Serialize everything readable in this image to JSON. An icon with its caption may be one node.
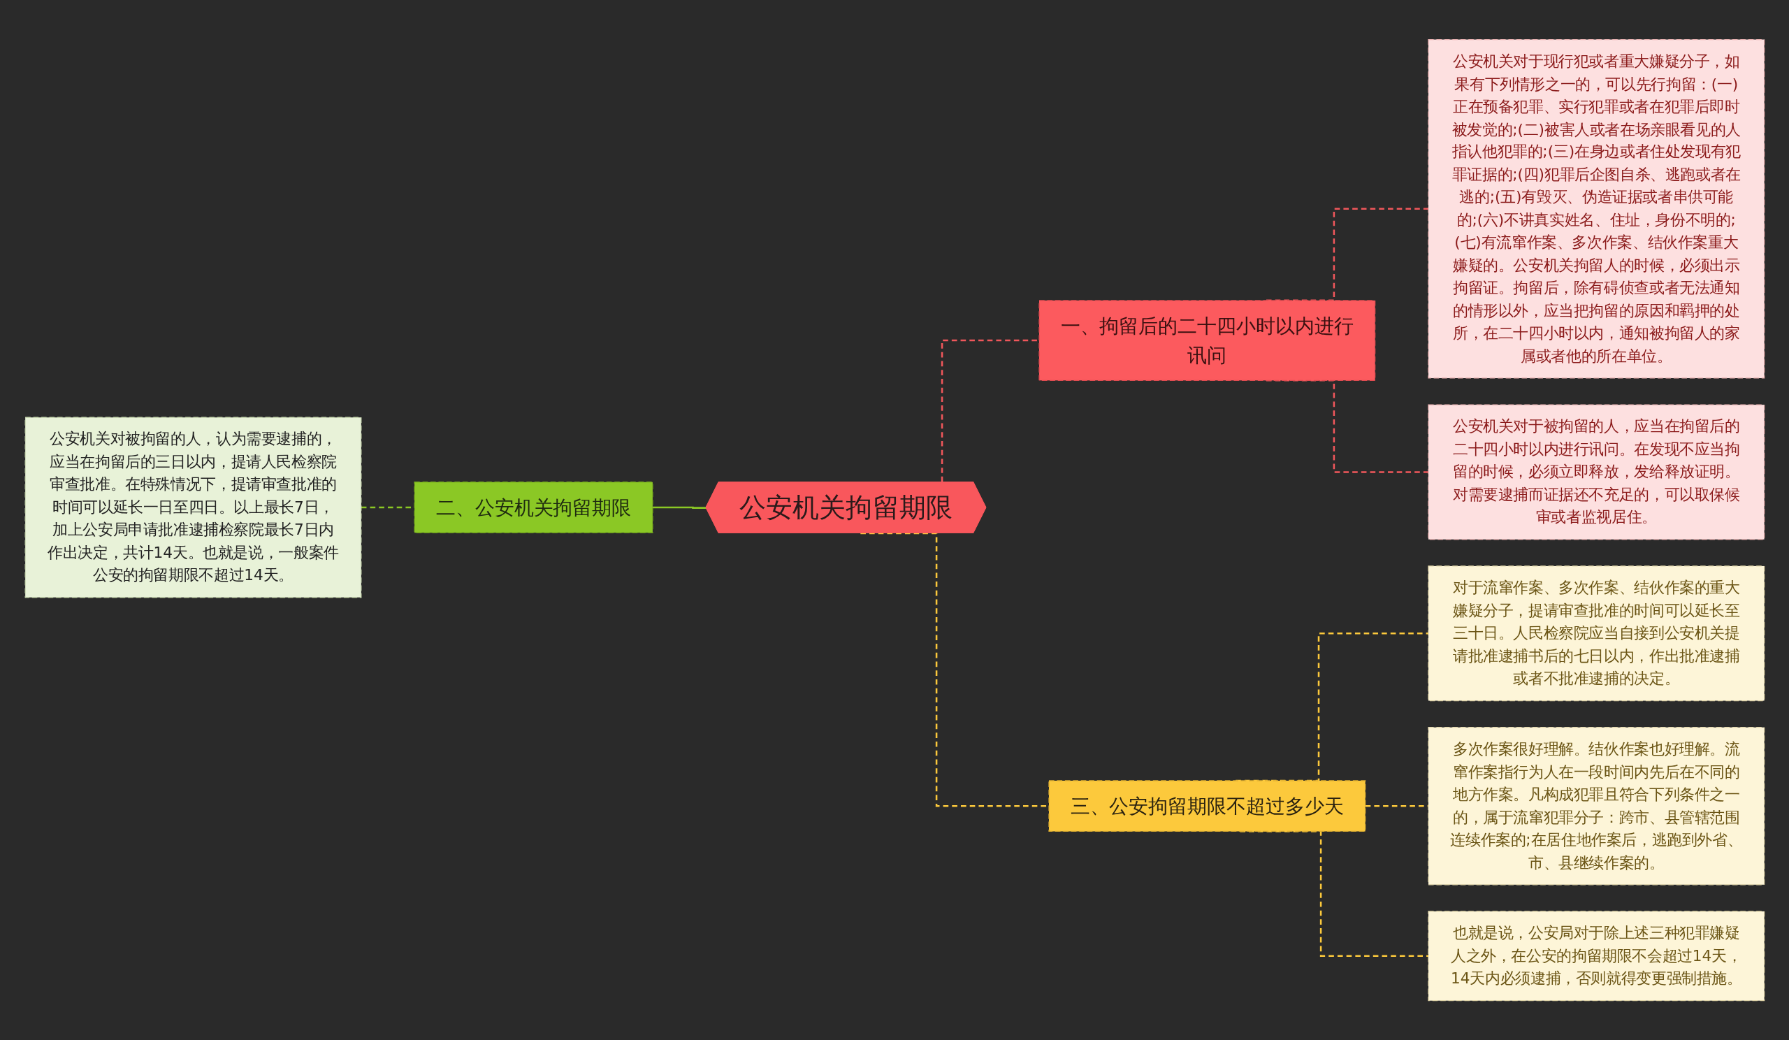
{
  "diagram": {
    "nodes": [
      {
        "text": [
          "公安机关拘留期限"
        ]
      },
      {
        "text": [
          "一、拘留后的二十四小时以内进行讯问"
        ]
      },
      {
        "text": [
          "公安机关对于现行犯或者重大嫌疑分子，如果有下列情形之一的，可以先行拘留：(一)正在预备犯罪、实行犯罪或者在犯罪后即时被发觉的;(二)被害人或者在场亲眼看见的人指认他犯罪的;(三)在身边或者住处发现有犯罪证据的;(四)犯罪后企图自杀、逃跑或者在逃的;(五)有毁灭、伪造证据或者串供可能的;(六)不讲真实姓名、住址，身份不明的;(七)有流窜作案、多次作案、结伙作案重大嫌疑的。公安机关拘留人的时候，必须出示拘留证。拘留后，除有碍侦查或者无法通知的情形以外，应当把拘留的原因和羁押的处所，在二十四小时以内，通知被拘留人的家属或者他的所在单位。"
        ]
      },
      {
        "text": [
          "公安机关对于被拘留的人，应当在拘留后的二十四小时以内进行讯问。在发现不应当拘留的时候，必须立即释放，发给释放证明。对需要逮捕而证据还不充足的，可以取保候审或者监视居住。"
        ]
      },
      {
        "text": [
          "二、公安机关拘留期限"
        ]
      },
      {
        "text": [
          "公安机关对被拘留的人，认为需要逮捕的，应当在拘留后的三日以内，提请人民检察院审查批准。在特殊情况下，提请审查批准的时间可以延长一日至四日。以上最长7日，加上公安局申请批准逮捕检察院最长7日内作出决定，共计14天。也就是说，一般案件公安的拘留期限不超过14天。"
        ]
      },
      {
        "text": [
          "三、公安拘留期限不超过多少天"
        ]
      },
      {
        "text": [
          "对于流窜作案、多次作案、结伙作案的重大嫌疑分子，提请审查批准的时间可以延长至三十日。人民检察院应当自接到公安机关提请批准逮捕书后的七日以内，作出批准逮捕或者不批准逮捕的决定。"
        ]
      },
      {
        "text": [
          "多次作案很好理解。结伙作案也好理解。流窜作案指行为人在一段时间内先后在不同的地方作案。凡构成犯罪且符合下列条件之一的，属于流窜犯罪分子：跨市、县管辖范围连续作案的;在居住地作案后，逃跑到外省、市、县继续作案的。"
        ]
      },
      {
        "text": [
          "也就是说，公安局对于除上述三种犯罪嫌疑人之外，在公安的拘留期限不会超过14天，14天内必须逮捕，否则就得变更强制措施。"
        ]
      }
    ],
    "edges": [
      {
        "from": 0,
        "to": 1,
        "arrow": "none",
        "style": "dashed",
        "color": "#f0575b"
      },
      {
        "from": 1,
        "to": 2,
        "arrow": "none",
        "style": "dashed",
        "color": "#f0575b"
      },
      {
        "from": 1,
        "to": 3,
        "arrow": "none",
        "style": "dashed",
        "color": "#f0575b"
      },
      {
        "from": 0,
        "to": 4,
        "arrow": "none",
        "color": "#8bc825"
      },
      {
        "from": 4,
        "to": 5,
        "arrow": "none",
        "style": "dashed",
        "color": "#8bc825"
      },
      {
        "from": 0,
        "to": 6,
        "arrow": "none",
        "style": "dashed",
        "color": "#fcc93c"
      },
      {
        "from": 6,
        "to": 7,
        "arrow": "none",
        "style": "dashed",
        "color": "#fcc93c"
      },
      {
        "from": 6,
        "to": 8,
        "arrow": "none",
        "style": "dashed",
        "color": "#fcc93c"
      },
      {
        "from": 6,
        "to": 9,
        "arrow": "none",
        "style": "dashed",
        "color": "#fcc93c"
      }
    ]
  }
}
